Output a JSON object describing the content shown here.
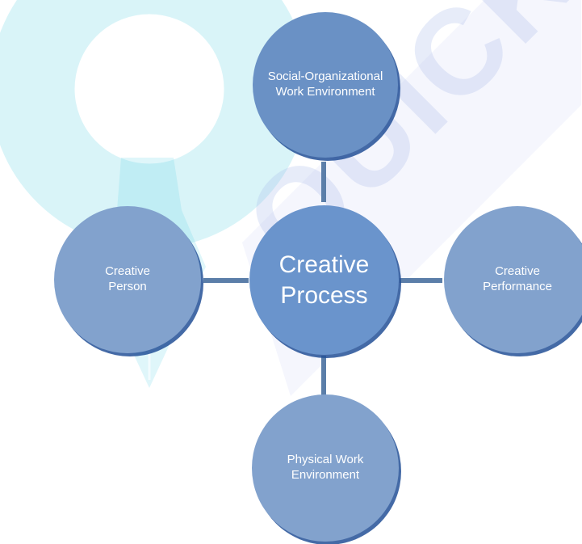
{
  "diagram": {
    "center": "Creative Process",
    "top": "Social-Organizational Work Environment",
    "left": "Creative Person",
    "right": "Creative Performance",
    "bottom": "Physical Work Environment"
  },
  "watermark": {
    "text": "QUICK-EDU"
  },
  "colors": {
    "center_fill": "#6a94cc",
    "outer_fill": "#82a2cd",
    "connector": "#5b7ea9",
    "text": "#ffffff"
  }
}
